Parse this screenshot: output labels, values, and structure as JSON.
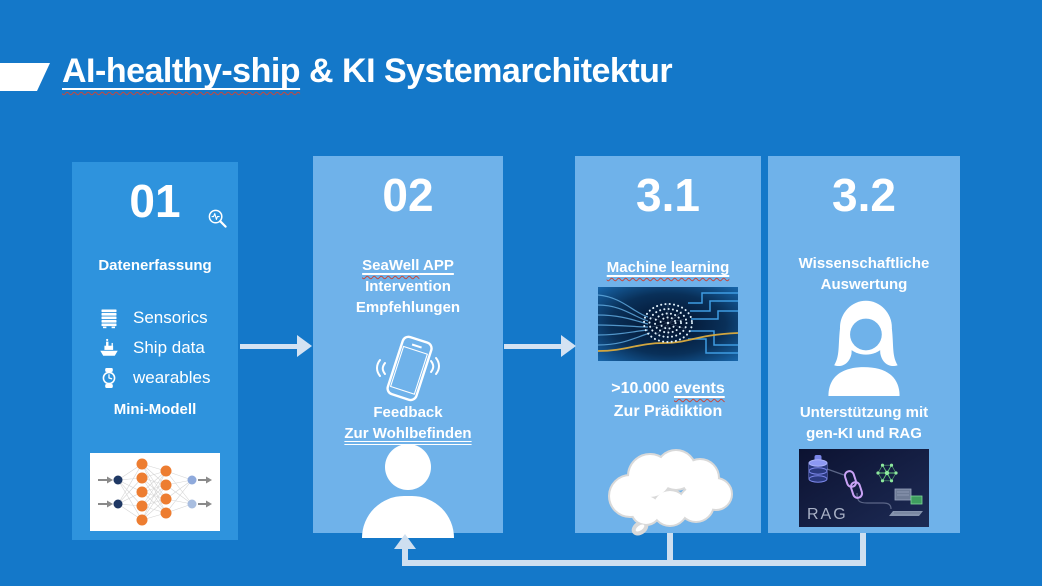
{
  "title": {
    "highlight": "AI-healthy-ship",
    "rest": " & KI Systemarchitektur"
  },
  "boxes": {
    "b01": {
      "number": "01",
      "corner_icon": "search-pulse-icon",
      "heading": "Datenerfassung",
      "items": [
        {
          "icon": "server-icon",
          "label": "Sensorics"
        },
        {
          "icon": "ship-icon",
          "label": "Ship data"
        },
        {
          "icon": "watch-icon",
          "label": "wearables"
        }
      ],
      "footer": "Mini-Modell",
      "image": "mini-model-neural-network"
    },
    "b02": {
      "number": "02",
      "app_name": "SeaWell",
      "app_suffix": " APP",
      "line2": "Intervention",
      "line3": "Empfehlungen",
      "center_icon": "vibrating-phone-icon",
      "feedback": "Feedback",
      "feedback_link": "Zur Wohlbefinden",
      "bottom_icon": "person-icon"
    },
    "b31": {
      "number": "3.1",
      "heading": "Machine learning",
      "image": "neural-brain-circuit",
      "stat_prefix": ">10.000 ",
      "stat_word": "events",
      "stat_line2": "Zur Prädiktion",
      "bottom_icon": "thought-cloud-icon"
    },
    "b32": {
      "number": "3.2",
      "heading1": "Wissenschaftliche",
      "heading2": "Auswertung",
      "center_icon": "woman-icon",
      "sub1": "Unterstützung mit",
      "sub2": "gen-KI und RAG",
      "rag_label": "RAG"
    }
  },
  "flow": {
    "arrows": [
      "box01-to-box02",
      "box02-to-box31"
    ],
    "feedback_loop": "box31-and-box32-back-to-box02"
  },
  "colors": {
    "background": "#1478C9",
    "box_dark_blue": "#2E93DD",
    "box_light_blue": "#6FB2EA",
    "arrow": "#D4E2F2",
    "spellcheck_red": "#C9473A",
    "node_orange": "#ED7D31",
    "node_navy": "#1F3864",
    "node_light_blue": "#8FAADC",
    "ml_image_gold": "#D2A63F",
    "rag_purple": "#7B86E8",
    "rag_green": "#8EE89E"
  }
}
